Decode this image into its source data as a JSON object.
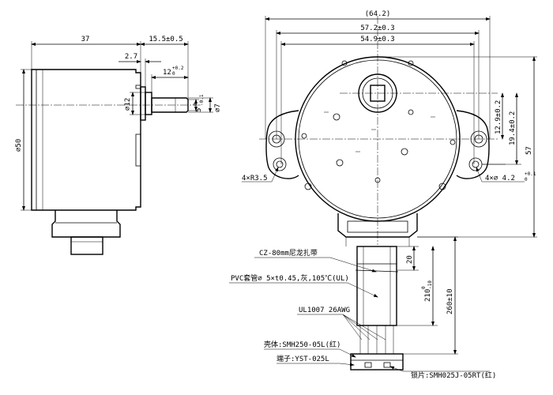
{
  "side_view": {
    "dims": {
      "length": "37",
      "shaft_total": "15.5±0.5",
      "flange": "2.7",
      "shaft_len": "12",
      "shaft_len_tol": "+0.2",
      "shaft_len_tol2": "0",
      "hub_dia": "∅12",
      "flat": "5",
      "flat_tol": "0",
      "flat_tol2": "-0.1",
      "shaft_dia": "∅7",
      "body_dia": "∅50"
    }
  },
  "front_view": {
    "dims": {
      "overall_width": "(64.2)",
      "hole_span": "57.2±0.3",
      "hole_span2": "54.9±0.3",
      "height": "57",
      "offset1": "12.9±0.2",
      "offset2": "19.4±0.2",
      "radius": "4×R3.5",
      "hole_dia": "4×∅ 4.2",
      "hole_tol": "+0.1",
      "hole_tol2": "0"
    }
  },
  "lead_dims": {
    "d20": "20",
    "d210": "210",
    "d210_tol": "0",
    "d210_tol2": "-10",
    "d260": "260±10"
  },
  "callouts": {
    "cable_tie": "CZ-80mm尼龙扎带",
    "sleeve": "PVC套管∅ 5×t0.45,灰,105℃(UL)",
    "wire": "UL1007 26AWG",
    "housing": "壳体:SMH250-05L(红)",
    "terminal": "端子:YST-025L",
    "lock": "锁片:SMH025J-05RT(红)"
  }
}
